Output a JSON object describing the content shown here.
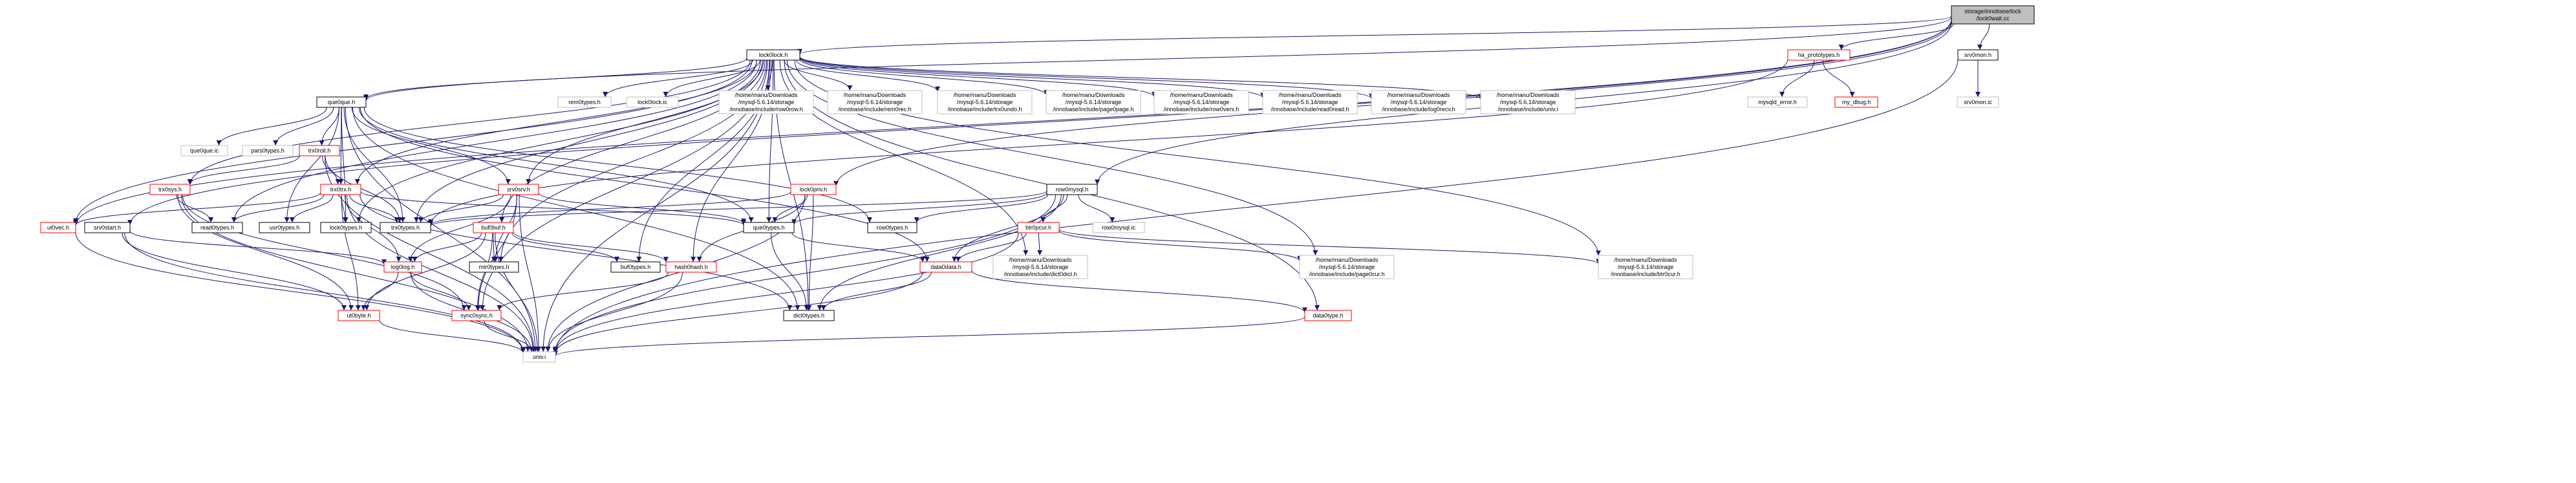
{
  "graph": {
    "nodes": [
      {
        "id": "root",
        "lines": [
          "storage/innobase/lock",
          "/lock0wait.cc"
        ],
        "border": "black",
        "fill": "#bfbfbf"
      },
      {
        "id": "lock0lock_h",
        "lines": [
          "lock0lock.h"
        ],
        "border": "black",
        "fill": "#ffffff"
      },
      {
        "id": "ha_prototypes_h",
        "lines": [
          "ha_prototypes.h"
        ],
        "border": "red",
        "fill": "#ffffff"
      },
      {
        "id": "srv0mon_h",
        "lines": [
          "srv0mon.h"
        ],
        "border": "black",
        "fill": "#ffffff"
      },
      {
        "id": "que0que_h",
        "lines": [
          "que0que.h"
        ],
        "border": "black",
        "fill": "#ffffff"
      },
      {
        "id": "rem0types_h",
        "lines": [
          "rem0types.h"
        ],
        "border": "gray",
        "fill": "#ffffff"
      },
      {
        "id": "lock0lock_ic",
        "lines": [
          "lock0lock.ic"
        ],
        "border": "gray",
        "fill": "#ffffff"
      },
      {
        "id": "row0row_h",
        "lines": [
          "/home/manu/Downloads",
          "/mysql-5.6.14/storage",
          "/innobase/include/row0row.h"
        ],
        "border": "gray",
        "fill": "#ffffff"
      },
      {
        "id": "rem0rec_h",
        "lines": [
          "/home/manu/Downloads",
          "/mysql-5.6.14/storage",
          "/innobase/include/rem0rec.h"
        ],
        "border": "gray",
        "fill": "#ffffff"
      },
      {
        "id": "trx0undo_h",
        "lines": [
          "/home/manu/Downloads",
          "/mysql-5.6.14/storage",
          "/innobase/include/trx0undo.h"
        ],
        "border": "gray",
        "fill": "#ffffff"
      },
      {
        "id": "page0page_h",
        "lines": [
          "/home/manu/Downloads",
          "/mysql-5.6.14/storage",
          "/innobase/include/page0page.h"
        ],
        "border": "gray",
        "fill": "#ffffff"
      },
      {
        "id": "row0vers_h",
        "lines": [
          "/home/manu/Downloads",
          "/mysql-5.6.14/storage",
          "/innobase/include/row0vers.h"
        ],
        "border": "gray",
        "fill": "#ffffff"
      },
      {
        "id": "read0read_h",
        "lines": [
          "/home/manu/Downloads",
          "/mysql-5.6.14/storage",
          "/innobase/include/read0read.h"
        ],
        "border": "gray",
        "fill": "#ffffff"
      },
      {
        "id": "log0recv_h",
        "lines": [
          "/home/manu/Downloads",
          "/mysql-5.6.14/storage",
          "/innobase/include/log0recv.h"
        ],
        "border": "gray",
        "fill": "#ffffff"
      },
      {
        "id": "univ_i_path",
        "lines": [
          "/home/manu/Downloads",
          "/mysql-5.6.14/storage",
          "/innobase/include/univ.i"
        ],
        "border": "gray",
        "fill": "#ffffff"
      },
      {
        "id": "mysqld_error_h",
        "lines": [
          "mysqld_error.h"
        ],
        "border": "gray",
        "fill": "#ffffff"
      },
      {
        "id": "my_dbug_h",
        "lines": [
          "my_dbug.h"
        ],
        "border": "red",
        "fill": "#ffffff"
      },
      {
        "id": "srv0mon_ic",
        "lines": [
          "srv0mon.ic"
        ],
        "border": "gray",
        "fill": "#ffffff"
      },
      {
        "id": "que0que_ic",
        "lines": [
          "que0que.ic"
        ],
        "border": "gray",
        "fill": "#ffffff"
      },
      {
        "id": "pars0types_h",
        "lines": [
          "pars0types.h"
        ],
        "border": "gray",
        "fill": "#ffffff"
      },
      {
        "id": "trx0roll_h",
        "lines": [
          "trx0roll.h"
        ],
        "border": "red",
        "fill": "#ffffff"
      },
      {
        "id": "trx0sys_h",
        "lines": [
          "trx0sys.h"
        ],
        "border": "red",
        "fill": "#ffffff"
      },
      {
        "id": "trx0trx_h",
        "lines": [
          "trx0trx.h"
        ],
        "border": "red",
        "fill": "#ffffff"
      },
      {
        "id": "srv0srv_h",
        "lines": [
          "srv0srv.h"
        ],
        "border": "red",
        "fill": "#ffffff"
      },
      {
        "id": "lock0priv_h",
        "lines": [
          "lock0priv.h"
        ],
        "border": "red",
        "fill": "#ffffff"
      },
      {
        "id": "row0mysql_h",
        "lines": [
          "row0mysql.h"
        ],
        "border": "black",
        "fill": "#ffffff"
      },
      {
        "id": "ut0vec_h",
        "lines": [
          "ut0vec.h"
        ],
        "border": "red",
        "fill": "#ffffff"
      },
      {
        "id": "srv0start_h",
        "lines": [
          "srv0start.h"
        ],
        "border": "black",
        "fill": "#ffffff"
      },
      {
        "id": "read0types_h",
        "lines": [
          "read0types.h"
        ],
        "border": "black",
        "fill": "#ffffff"
      },
      {
        "id": "usr0types_h",
        "lines": [
          "usr0types.h"
        ],
        "border": "black",
        "fill": "#ffffff"
      },
      {
        "id": "lock0types_h",
        "lines": [
          "lock0types.h"
        ],
        "border": "black",
        "fill": "#ffffff"
      },
      {
        "id": "trx0types_h",
        "lines": [
          "trx0types.h"
        ],
        "border": "black",
        "fill": "#ffffff"
      },
      {
        "id": "buf0buf_h",
        "lines": [
          "buf0buf.h"
        ],
        "border": "red",
        "fill": "#ffffff"
      },
      {
        "id": "que0types_h",
        "lines": [
          "que0types.h"
        ],
        "border": "black",
        "fill": "#ffffff"
      },
      {
        "id": "row0types_h",
        "lines": [
          "row0types.h"
        ],
        "border": "black",
        "fill": "#ffffff"
      },
      {
        "id": "btr0pcur_h",
        "lines": [
          "btr0pcur.h"
        ],
        "border": "red",
        "fill": "#ffffff"
      },
      {
        "id": "row0mysql_ic",
        "lines": [
          "row0mysql.ic"
        ],
        "border": "gray",
        "fill": "#ffffff"
      },
      {
        "id": "log0log_h",
        "lines": [
          "log0log.h"
        ],
        "border": "red",
        "fill": "#ffffff"
      },
      {
        "id": "mtr0types_h",
        "lines": [
          "mtr0types.h"
        ],
        "border": "black",
        "fill": "#ffffff"
      },
      {
        "id": "buf0types_h",
        "lines": [
          "buf0types.h"
        ],
        "border": "black",
        "fill": "#ffffff"
      },
      {
        "id": "hash0hash_h",
        "lines": [
          "hash0hash.h"
        ],
        "border": "red",
        "fill": "#ffffff"
      },
      {
        "id": "data0data_h",
        "lines": [
          "data0data.h"
        ],
        "border": "red",
        "fill": "#ffffff"
      },
      {
        "id": "dict0dict_h",
        "lines": [
          "/home/manu/Downloads",
          "/mysql-5.6.14/storage",
          "/innobase/include/dict0dict.h"
        ],
        "border": "gray",
        "fill": "#ffffff"
      },
      {
        "id": "page0cur_h",
        "lines": [
          "/home/manu/Downloads",
          "/mysql-5.6.14/storage",
          "/innobase/include/page0cur.h"
        ],
        "border": "gray",
        "fill": "#ffffff"
      },
      {
        "id": "btr0cur_h",
        "lines": [
          "/home/manu/Downloads",
          "/mysql-5.6.14/storage",
          "/innobase/include/btr0cur.h"
        ],
        "border": "gray",
        "fill": "#ffffff"
      },
      {
        "id": "ut0byte_h",
        "lines": [
          "ut0byte.h"
        ],
        "border": "red",
        "fill": "#ffffff"
      },
      {
        "id": "sync0sync_h",
        "lines": [
          "sync0sync.h"
        ],
        "border": "red",
        "fill": "#ffffff"
      },
      {
        "id": "dict0types_h",
        "lines": [
          "dict0types.h"
        ],
        "border": "black",
        "fill": "#ffffff"
      },
      {
        "id": "data0type_h",
        "lines": [
          "data0type.h"
        ],
        "border": "red",
        "fill": "#ffffff"
      },
      {
        "id": "univ_i",
        "lines": [
          "univ.i"
        ],
        "border": "gray",
        "fill": "#ffffff"
      }
    ],
    "edges": [
      [
        "root",
        "lock0lock_h"
      ],
      [
        "root",
        "ha_prototypes_h"
      ],
      [
        "root",
        "srv0mon_h"
      ],
      [
        "root",
        "que0que_h"
      ],
      [
        "root",
        "ut0vec_h"
      ],
      [
        "root",
        "srv0start_h"
      ],
      [
        "root",
        "row0mysql_h"
      ],
      [
        "root",
        "lock0priv_h"
      ],
      [
        "ha_prototypes_h",
        "mysqld_error_h"
      ],
      [
        "ha_prototypes_h",
        "my_dbug_h"
      ],
      [
        "ha_prototypes_h",
        "trx0types_h"
      ],
      [
        "srv0mon_h",
        "srv0mon_ic"
      ],
      [
        "srv0mon_h",
        "univ_i"
      ],
      [
        "lock0lock_h",
        "que0que_h"
      ],
      [
        "lock0lock_h",
        "rem0types_h"
      ],
      [
        "lock0lock_h",
        "lock0lock_ic"
      ],
      [
        "lock0lock_h",
        "row0row_h"
      ],
      [
        "lock0lock_h",
        "rem0rec_h"
      ],
      [
        "lock0lock_h",
        "trx0undo_h"
      ],
      [
        "lock0lock_h",
        "page0page_h"
      ],
      [
        "lock0lock_h",
        "row0vers_h"
      ],
      [
        "lock0lock_h",
        "read0read_h"
      ],
      [
        "lock0lock_h",
        "log0recv_h"
      ],
      [
        "lock0lock_h",
        "univ_i_path"
      ],
      [
        "lock0lock_h",
        "trx0sys_h"
      ],
      [
        "lock0lock_h",
        "trx0trx_h"
      ],
      [
        "lock0lock_h",
        "srv0srv_h"
      ],
      [
        "lock0lock_h",
        "ut0vec_h"
      ],
      [
        "lock0lock_h",
        "lock0types_h"
      ],
      [
        "lock0lock_h",
        "trx0types_h"
      ],
      [
        "lock0lock_h",
        "buf0buf_h"
      ],
      [
        "lock0lock_h",
        "que0types_h"
      ],
      [
        "lock0lock_h",
        "mtr0types_h"
      ],
      [
        "lock0lock_h",
        "buf0types_h"
      ],
      [
        "lock0lock_h",
        "hash0hash_h"
      ],
      [
        "lock0lock_h",
        "sync0sync_h"
      ],
      [
        "lock0lock_h",
        "dict0types_h"
      ],
      [
        "lock0lock_h",
        "univ_i"
      ],
      [
        "lock0lock_h",
        "read0types_h"
      ],
      [
        "lock0lock_h",
        "data0type_h"
      ],
      [
        "lock0lock_h",
        "dict0dict_h"
      ],
      [
        "lock0lock_h",
        "btr0cur_h"
      ],
      [
        "lock0lock_h",
        "page0cur_h"
      ],
      [
        "que0que_h",
        "que0que_ic"
      ],
      [
        "que0que_h",
        "pars0types_h"
      ],
      [
        "que0que_h",
        "trx0roll_h"
      ],
      [
        "que0que_h",
        "trx0trx_h"
      ],
      [
        "que0que_h",
        "srv0srv_h"
      ],
      [
        "que0que_h",
        "usr0types_h"
      ],
      [
        "que0que_h",
        "que0types_h"
      ],
      [
        "que0que_h",
        "row0types_h"
      ],
      [
        "que0que_h",
        "data0data_h"
      ],
      [
        "que0que_h",
        "dict0types_h"
      ],
      [
        "que0que_h",
        "univ_i"
      ],
      [
        "que0que_h",
        "lock0types_h"
      ],
      [
        "que0que_h",
        "trx0types_h"
      ],
      [
        "trx0roll_h",
        "trx0trx_h"
      ],
      [
        "trx0roll_h",
        "trx0sys_h"
      ],
      [
        "trx0roll_h",
        "trx0types_h"
      ],
      [
        "trx0roll_h",
        "univ_i"
      ],
      [
        "trx0sys_h",
        "read0types_h"
      ],
      [
        "trx0sys_h",
        "ut0byte_h"
      ],
      [
        "trx0sys_h",
        "sync0sync_h"
      ],
      [
        "trx0sys_h",
        "univ_i"
      ],
      [
        "trx0trx_h",
        "read0types_h"
      ],
      [
        "trx0trx_h",
        "usr0types_h"
      ],
      [
        "trx0trx_h",
        "lock0types_h"
      ],
      [
        "trx0trx_h",
        "trx0types_h"
      ],
      [
        "trx0trx_h",
        "que0types_h"
      ],
      [
        "trx0trx_h",
        "ut0vec_h"
      ],
      [
        "trx0trx_h",
        "log0log_h"
      ],
      [
        "trx0trx_h",
        "ut0byte_h"
      ],
      [
        "trx0trx_h",
        "univ_i"
      ],
      [
        "trx0trx_h",
        "dict0types_h"
      ],
      [
        "srv0srv_h",
        "trx0types_h"
      ],
      [
        "srv0srv_h",
        "que0types_h"
      ],
      [
        "srv0srv_h",
        "log0log_h"
      ],
      [
        "srv0srv_h",
        "sync0sync_h"
      ],
      [
        "srv0srv_h",
        "univ_i"
      ],
      [
        "srv0srv_h",
        "mtr0types_h"
      ],
      [
        "lock0priv_h",
        "trx0types_h"
      ],
      [
        "lock0priv_h",
        "hash0hash_h"
      ],
      [
        "lock0priv_h",
        "dict0types_h"
      ],
      [
        "lock0priv_h",
        "univ_i"
      ],
      [
        "lock0priv_h",
        "que0types_h"
      ],
      [
        "row0mysql_h",
        "que0types_h"
      ],
      [
        "row0mysql_h",
        "row0types_h"
      ],
      [
        "row0mysql_h",
        "btr0pcur_h"
      ],
      [
        "row0mysql_h",
        "row0mysql_ic"
      ],
      [
        "row0mysql_h",
        "data0data_h"
      ],
      [
        "row0mysql_h",
        "trx0types_h"
      ],
      [
        "row0mysql_h",
        "dict0types_h"
      ],
      [
        "row0mysql_h",
        "univ_i"
      ],
      [
        "ut0vec_h",
        "univ_i"
      ],
      [
        "srv0start_h",
        "log0log_h"
      ],
      [
        "srv0start_h",
        "ut0byte_h"
      ],
      [
        "srv0start_h",
        "univ_i"
      ],
      [
        "buf0buf_h",
        "log0log_h"
      ],
      [
        "buf0buf_h",
        "mtr0types_h"
      ],
      [
        "buf0buf_h",
        "buf0types_h"
      ],
      [
        "buf0buf_h",
        "hash0hash_h"
      ],
      [
        "buf0buf_h",
        "ut0byte_h"
      ],
      [
        "buf0buf_h",
        "sync0sync_h"
      ],
      [
        "buf0buf_h",
        "univ_i"
      ],
      [
        "que0types_h",
        "data0data_h"
      ],
      [
        "que0types_h",
        "dict0types_h"
      ],
      [
        "btr0pcur_h",
        "dict0dict_h"
      ],
      [
        "btr0pcur_h",
        "page0cur_h"
      ],
      [
        "btr0pcur_h",
        "btr0cur_h"
      ],
      [
        "btr0pcur_h",
        "data0data_h"
      ],
      [
        "btr0pcur_h",
        "univ_i"
      ],
      [
        "log0log_h",
        "ut0byte_h"
      ],
      [
        "log0log_h",
        "sync0sync_h"
      ],
      [
        "log0log_h",
        "univ_i"
      ],
      [
        "hash0hash_h",
        "sync0sync_h"
      ],
      [
        "hash0hash_h",
        "univ_i"
      ],
      [
        "data0data_h",
        "data0type_h"
      ],
      [
        "data0data_h",
        "dict0types_h"
      ],
      [
        "data0data_h",
        "univ_i"
      ],
      [
        "ut0byte_h",
        "univ_i"
      ],
      [
        "sync0sync_h",
        "univ_i"
      ],
      [
        "data0type_h",
        "univ_i"
      ]
    ]
  }
}
